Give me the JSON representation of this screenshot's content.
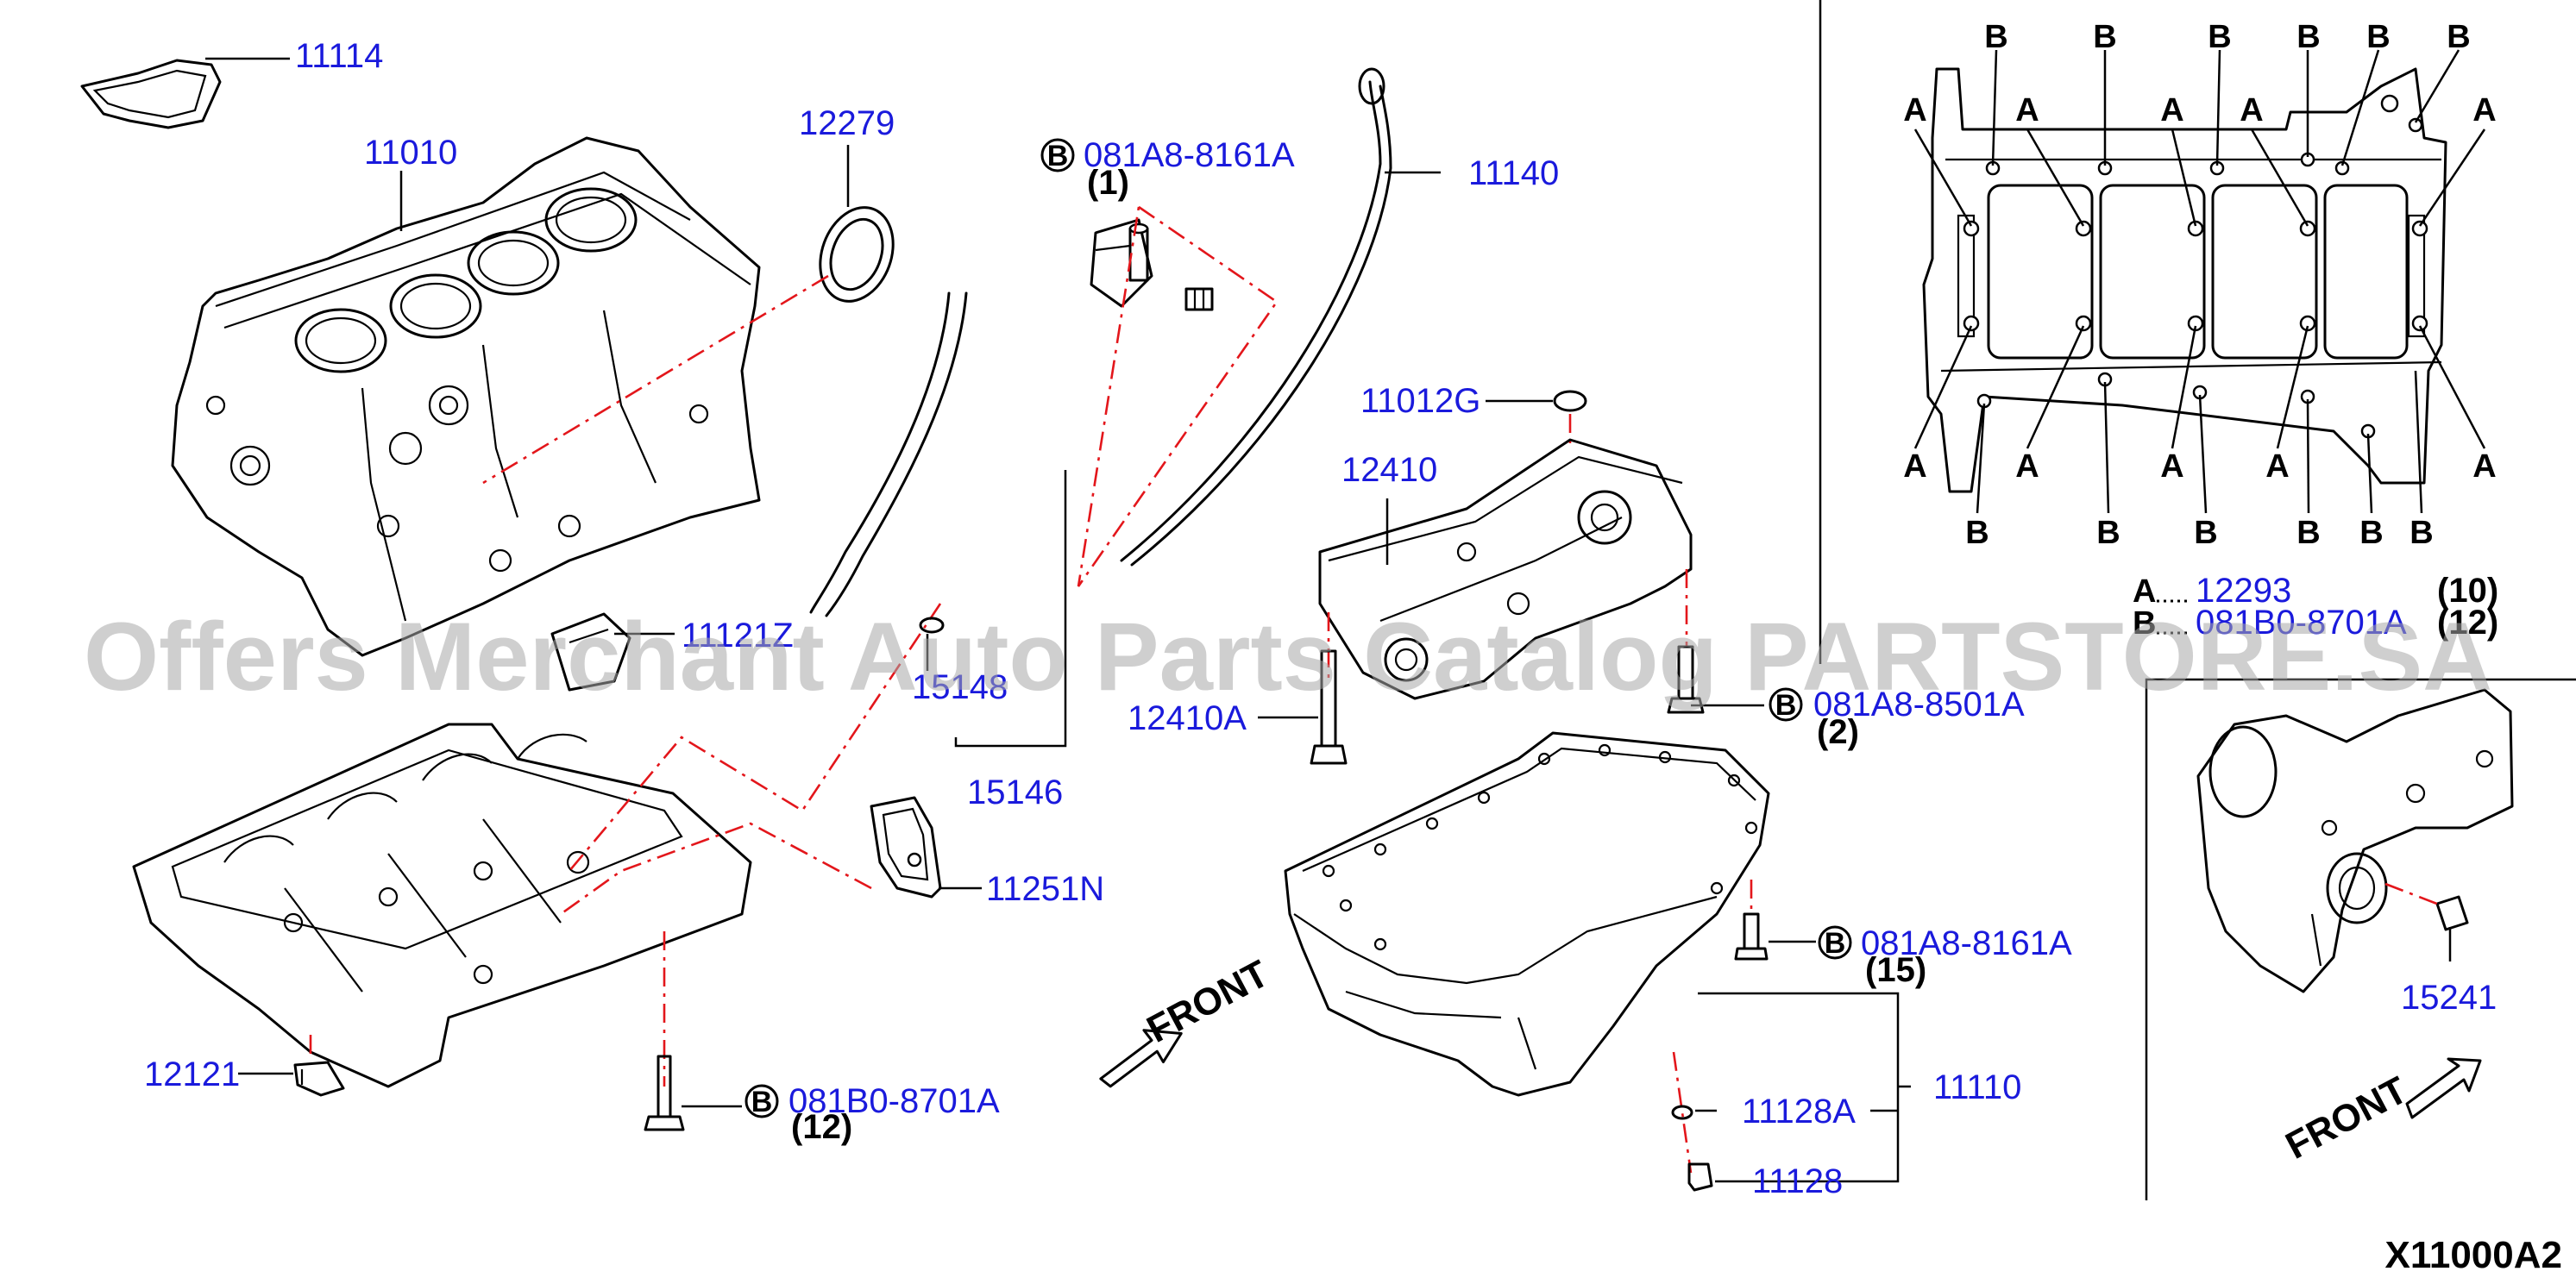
{
  "callouts": [
    {
      "id": "p11114",
      "text": "11114"
    },
    {
      "id": "p11010",
      "text": "11010"
    },
    {
      "id": "p12279",
      "text": "12279"
    },
    {
      "id": "p081a8_8161a_top",
      "text": "081A8-8161A"
    },
    {
      "id": "p11140",
      "text": "11140"
    },
    {
      "id": "p11012g",
      "text": "11012G"
    },
    {
      "id": "p12410",
      "text": "12410"
    },
    {
      "id": "p11121z",
      "text": "11121Z"
    },
    {
      "id": "p15148",
      "text": "15148"
    },
    {
      "id": "p12410a",
      "text": "12410A"
    },
    {
      "id": "p081a8_8501a",
      "text": "081A8-8501A"
    },
    {
      "id": "p15146",
      "text": "15146"
    },
    {
      "id": "p11251n",
      "text": "11251N"
    },
    {
      "id": "p081a8_8161a_pan",
      "text": "081A8-8161A"
    },
    {
      "id": "p12121",
      "text": "12121"
    },
    {
      "id": "p081b0_8701a",
      "text": "081B0-8701A"
    },
    {
      "id": "p11110",
      "text": "11110"
    },
    {
      "id": "p11128a",
      "text": "11128A"
    },
    {
      "id": "p11128",
      "text": "11128"
    },
    {
      "id": "p15241",
      "text": "15241"
    }
  ],
  "quantities": {
    "q1": "(1)",
    "q2": "(2)",
    "q15": "(15)",
    "q12": "(12)"
  },
  "inset_legend": {
    "a_key": "A",
    "a_part": "12293",
    "a_qty": "(10)",
    "b_key": "B",
    "b_part": "081B0-8701A",
    "b_qty": "(12)"
  },
  "bolt_symbol": "B",
  "location_letters": {
    "a": "A",
    "b": "B"
  },
  "front_label": "FRONT",
  "diagram_code": "X11000A2",
  "watermark": "Offers Merchant Auto Parts Catalog PARTSTORE.SA",
  "colors": {
    "part_number": "#1a1adc",
    "assembly_line": "#e3161b",
    "drawing": "#000000",
    "watermark": "#a8a8a8"
  }
}
